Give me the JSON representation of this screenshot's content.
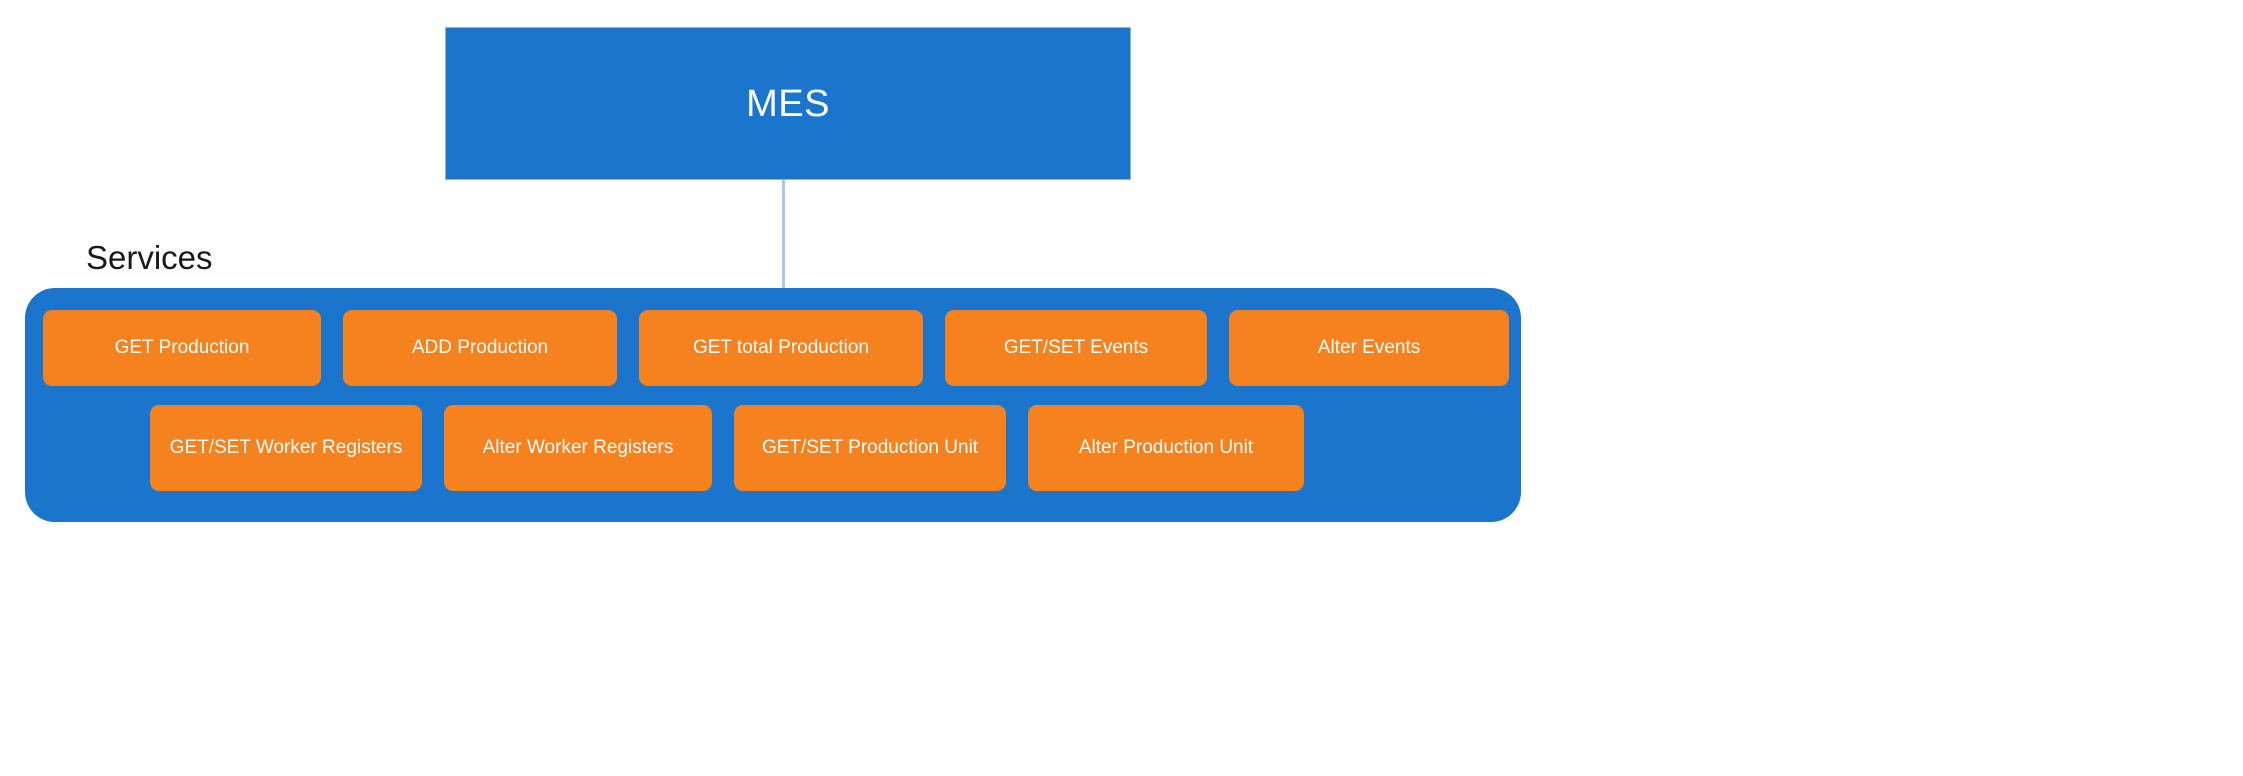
{
  "diagram": {
    "title_node": {
      "label": "MES",
      "fill_color": "#1b75cc",
      "text_color": "#ffffff"
    },
    "connector": {
      "name": "mes-to-services-connector",
      "color": "#a8c9e7"
    },
    "services": {
      "caption": "Services",
      "container_color": "#1b75cc",
      "node_color": "#f5821f",
      "node_text_color": "#ffffff",
      "rows": [
        {
          "items": [
            {
              "label": "GET Production"
            },
            {
              "label": "ADD Production"
            },
            {
              "label": "GET total Production"
            },
            {
              "label": "GET/SET Events"
            },
            {
              "label": "Alter Events"
            }
          ]
        },
        {
          "items": [
            {
              "label": "GET/SET Worker Registers"
            },
            {
              "label": "Alter Worker Registers"
            },
            {
              "label": "GET/SET Production Unit"
            },
            {
              "label": "Alter Production Unit"
            }
          ]
        }
      ]
    }
  }
}
